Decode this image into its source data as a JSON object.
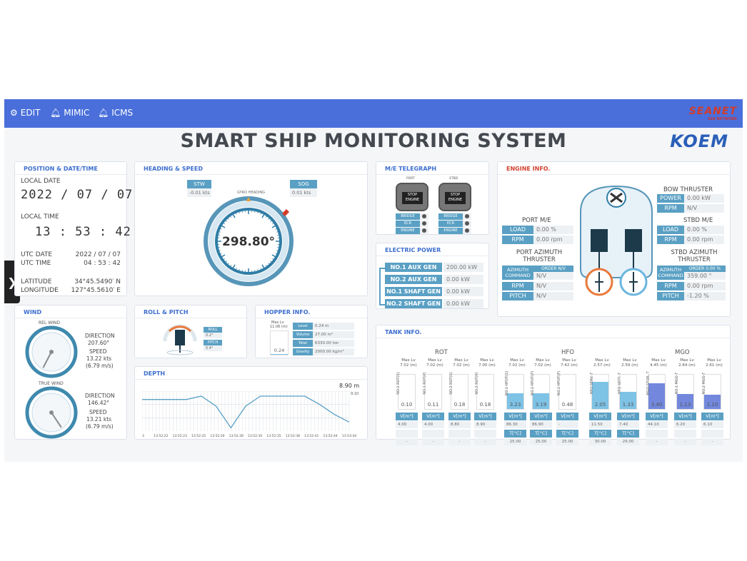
{
  "topbar": {
    "edit": "EDIT",
    "mimic": "MIMIC",
    "icms": "ICMS",
    "brand": "SEANET",
    "brand_sub": "SEA NETWORK"
  },
  "title": "SMART SHIP MONITORING SYSTEM",
  "logo": "KOEM",
  "position": {
    "header": "POSITION & DATE/TIME",
    "local_date_label": "LOCAL DATE",
    "local_date": "2022 / 07 / 07",
    "local_time_label": "LOCAL TIME",
    "local_time": "13 : 53 : 42",
    "utc_date_label": "UTC DATE",
    "utc_date": "2022 / 07 / 07",
    "utc_time_label": "UTC TIME",
    "utc_time": "04 : 53 : 42",
    "lat_label": "LATITUDE",
    "lat": "34°45.5490′ N",
    "lon_label": "LONGITUDE",
    "lon": "127°45.5610′ E"
  },
  "heading": {
    "header": "HEADING & SPEED",
    "stw_label": "STW",
    "stw": "-0.01 kts",
    "sog_label": "SOG",
    "sog": "0.01 kts",
    "gyro_label": "GYRO HEADING",
    "value": "298.80°",
    "heading_deg": 298.8
  },
  "telegraph": {
    "header": "M/E TELEGRAPH",
    "port": "PORT",
    "stbd": "STBD",
    "stop": "STOP",
    "engine": "ENGINE",
    "rows": [
      "BRIDGE",
      "ECR",
      "ENGINE"
    ]
  },
  "electric": {
    "header": "ELECTRIC POWER",
    "gens": [
      {
        "name": "NO.1 AUX GEN",
        "value": "200.00 kW"
      },
      {
        "name": "NO.2 AUX GEN",
        "value": "0.00 kW"
      },
      {
        "name": "NO.1 SHAFT GEN",
        "value": "0.00 kW"
      },
      {
        "name": "NO.2 SHAFT GEN",
        "value": "0.00 kW"
      }
    ]
  },
  "engine": {
    "header": "ENGINE INFO.",
    "bow_title": "BOW THRUSTER",
    "bow_power_label": "POWER",
    "bow_power": "0.00 kW",
    "bow_rpm_label": "RPM",
    "bow_rpm": "N/V",
    "port_me_title": "PORT M/E",
    "port_load_label": "LOAD",
    "port_load": "0.00 %",
    "port_rpm_label": "RPM",
    "port_rpm": "0.00 rpm",
    "stbd_me_title": "STBD M/E",
    "stbd_load_label": "LOAD",
    "stbd_load": "0.00 %",
    "stbd_rpm_label": "RPM",
    "stbd_rpm": "0.00 rpm",
    "port_az_title": "PORT AZIMUTH THRUSTER",
    "port_az_cmd_label": "AZIMUTH COMMAND",
    "port_order": "ORDER N/V",
    "port_az_cmd": "N/V",
    "port_az_rpm_label": "RPM",
    "port_az_rpm": "N/V",
    "port_pitch_label": "PITCH",
    "port_pitch": "N/V",
    "stbd_az_title": "STBD AZIMUTH THRUSTER",
    "stbd_az_cmd_label": "AZIMUTH COMMAND",
    "stbd_order": "ORDER 0.00 %",
    "stbd_az_cmd": "359.00 °",
    "stbd_az_rpm_label": "RPM",
    "stbd_az_rpm": "0.00 rpm",
    "stbd_pitch_label": "PITCH",
    "stbd_pitch": "-1.20 %"
  },
  "wind": {
    "header": "WIND",
    "rel_label": "REL WIND",
    "true_label": "TRUE WIND",
    "rel_dir_label": "DIRECTION",
    "rel_dir": "207.60°",
    "rel_speed_label": "SPEED",
    "rel_speed": "13.22 kts",
    "rel_speed_ms": "(6.79 m/s)",
    "rel_deg": 207.6,
    "true_dir_label": "DIRECTION",
    "true_dir": "146.42°",
    "true_speed_label": "SPEED",
    "true_speed": "13.21 kts",
    "true_speed_ms": "(6.79 m/s)",
    "true_deg": 146.42
  },
  "roll": {
    "header": "ROLL & PITCH",
    "roll_label": "ROLL",
    "roll": "0.2°",
    "pitch_label": "PITCH",
    "pitch": "0.4°"
  },
  "hopper": {
    "header": "HOPPER INFO.",
    "max_label": "Max Lv",
    "max": "11.06 (m)",
    "level_val": "0.24",
    "rows": [
      {
        "label": "Level",
        "value": "0.24 m"
      },
      {
        "label": "Volume",
        "value": "27.00 m³"
      },
      {
        "label": "Total",
        "value": "6330.00 ton"
      },
      {
        "label": "Gravity",
        "value": "2000.00 kg/m³"
      }
    ],
    "fill_fraction": 0.02
  },
  "depth": {
    "header": "DEPTH",
    "value": "8.90 m",
    "chart_data": {
      "type": "line",
      "y": [
        14.5,
        14.5,
        14.5,
        14.5,
        13.5,
        16.5,
        23,
        16.5,
        13.5,
        13.5,
        13.5,
        13.5,
        16,
        19,
        21.3
      ],
      "tick_labels": [
        "13",
        "13:52:22",
        "13:52:23",
        "13:52:25",
        "13:52:26",
        "13:52:28",
        "13:52:30",
        "13:52:35",
        "13:52:38",
        "13:52:41",
        "13:52:44",
        "13:53:44"
      ],
      "right_label": "9.10"
    }
  },
  "tank": {
    "header": "TANK INFO.",
    "groups": [
      "ROT",
      "HFO",
      "MGO"
    ],
    "tanks": [
      {
        "name": "NO.1 ROT(S)",
        "max": "7.02 (m)",
        "val": "0.10",
        "frac": 0.0,
        "v": "4.00",
        "t": "-"
      },
      {
        "name": "NO.1 ROT(P)",
        "max": "7.02 (m)",
        "val": "0.11",
        "frac": 0.0,
        "v": "4.00",
        "t": "-"
      },
      {
        "name": "NO.2 ROT(S)",
        "max": "7.02 (m)",
        "val": "0.18",
        "frac": 0.0,
        "v": "8.80",
        "t": "-"
      },
      {
        "name": "NO.2 ROT(P)",
        "max": "7.00 (m)",
        "val": "0.18",
        "frac": 0.0,
        "v": "8.90",
        "t": "-"
      },
      {
        "name": "NO.1 HFOT(S)",
        "max": "7.02 (m)",
        "val": "3.23",
        "frac": 0.46,
        "v": "86.30",
        "t": "25.00"
      },
      {
        "name": "NO.1 HFOT(P)",
        "max": "7.02 (m)",
        "val": "3.19",
        "frac": 0.45,
        "v": "86.90",
        "t": "25.00"
      },
      {
        "name": "NO.2 HFOT(P)",
        "max": "7.42 (m)",
        "val": "0.48",
        "frac": 0.0,
        "v": "-",
        "t": "25.00"
      },
      {
        "name": "HFO SERV. T",
        "max": "2.57 (m)",
        "val": "2.05",
        "frac": 0.8,
        "v": "11.50",
        "t": "30.00"
      },
      {
        "name": "HFO SETT. T",
        "max": "2.59 (m)",
        "val": "1.33",
        "frac": 0.51,
        "v": "7.40",
        "t": "29.00"
      },
      {
        "name": "MGO STOR. T",
        "max": "4.45 (m)",
        "val": "3.40",
        "frac": 0.76,
        "v": "44.10",
        "t": "-"
      },
      {
        "name": "NO.1 MGO T",
        "max": "2.64 (m)",
        "val": "1.13",
        "frac": 0.43,
        "v": "6.20",
        "t": "-"
      },
      {
        "name": "NO.2 MGO T",
        "max": "2.61 (m)",
        "val": "1.10",
        "frac": 0.42,
        "v": "6.10",
        "t": "-"
      }
    ],
    "v_label": "V[m³]",
    "t_label": "T[°C]"
  },
  "colors": {
    "accent": "#4a6fdb",
    "teal": "#5aa0c4",
    "hfo": "#7ec3e6",
    "mgo": "#7388dd"
  }
}
